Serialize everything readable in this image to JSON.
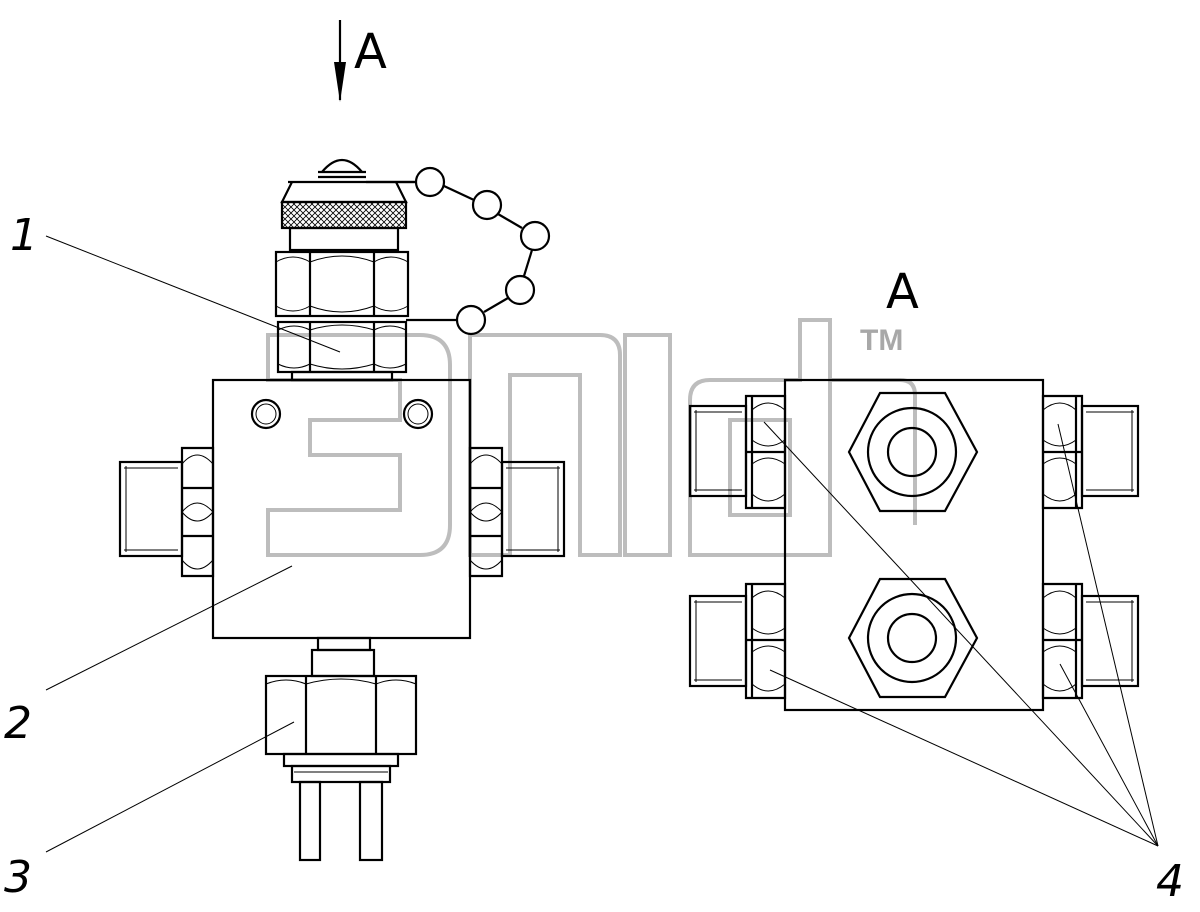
{
  "labels": {
    "view_arrow": "A",
    "view_title": "A",
    "callout_1": "1",
    "callout_2": "2",
    "callout_3": "3",
    "callout_4": "4"
  },
  "watermark": {
    "trademark": "TM",
    "color": "#bdbdbd"
  },
  "colors": {
    "line": "#000000",
    "background": "#ffffff"
  }
}
